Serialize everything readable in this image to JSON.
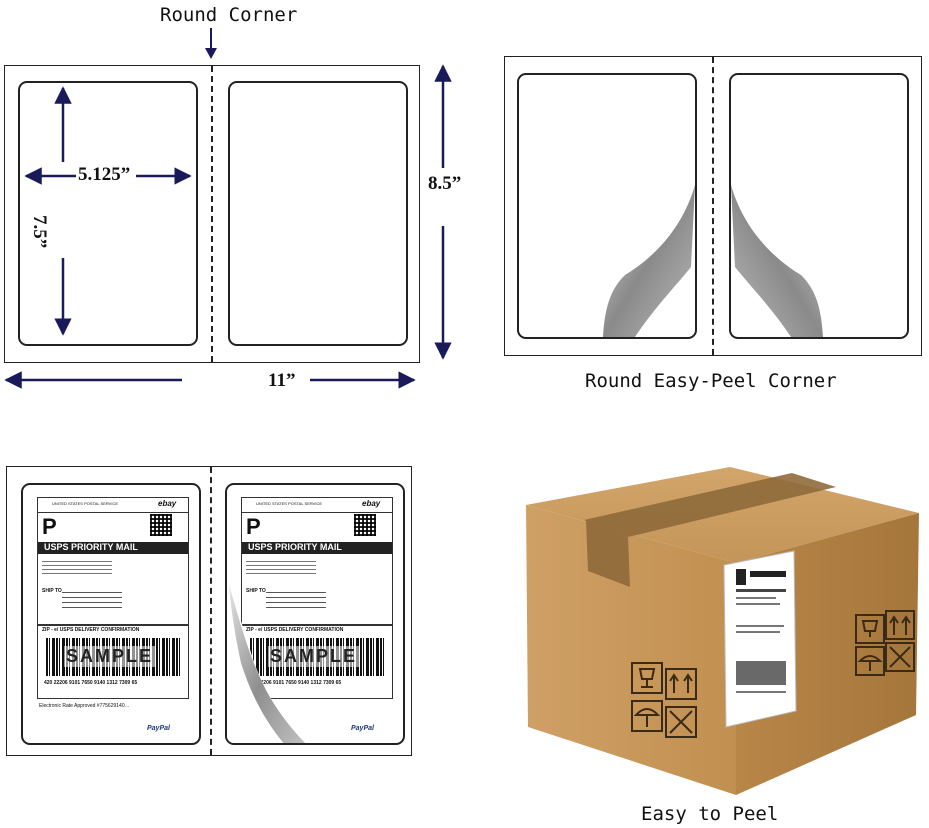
{
  "captions": {
    "round_corner": "Round Corner",
    "round_easy_peel_corner": "Round Easy-Peel Corner",
    "easy_to_peel": "Easy to Peel"
  },
  "dimensions": {
    "width_label": "5.125”",
    "height_label": "7.5”",
    "sheet_height": "8.5”",
    "sheet_width": "11”"
  },
  "shipping_label": {
    "carrier_header": "UNITED STATES POSTAL SERVICE",
    "postage_badge": "ebay",
    "class_letter": "P",
    "service_title": "USPS PRIORITY MAIL",
    "ship_to": "SHIP TO:",
    "confirmation": "ZIP - e/ USPS DELIVERY CONFIRMATION",
    "sample_stamp": "SAMPLE",
    "tracking_number": "420 22206 9101 7650 9140 1312 7309 65",
    "rate_note": "Electronic Rate Approved #775629140…",
    "payment_brand": "PayPal"
  },
  "box_warning_icons": [
    "fragile-glass-icon",
    "this-way-up-icon",
    "keep-dry-icon",
    "do-not-stack-icon"
  ]
}
